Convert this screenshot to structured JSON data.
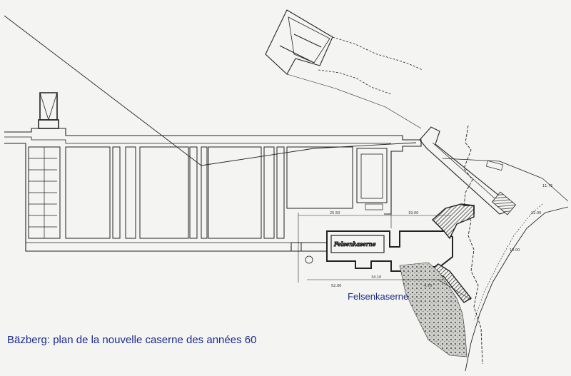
{
  "diagram": {
    "labels": {
      "building_label": "Felsenkaserne",
      "inner_label": "Felsenkaserne",
      "caption": "Bäzberg: plan de la nouvelle caserne des années 60"
    },
    "dimension_marks": [
      "25.50",
      "19.00",
      "34.10",
      "52.00",
      "4.70",
      "18.00",
      "11.75",
      "12.00"
    ],
    "colors": {
      "ink": "#222222",
      "paper": "#f4f4f2",
      "hatch": "#3a3a3a",
      "label_blue": "#1c2a8c"
    }
  }
}
